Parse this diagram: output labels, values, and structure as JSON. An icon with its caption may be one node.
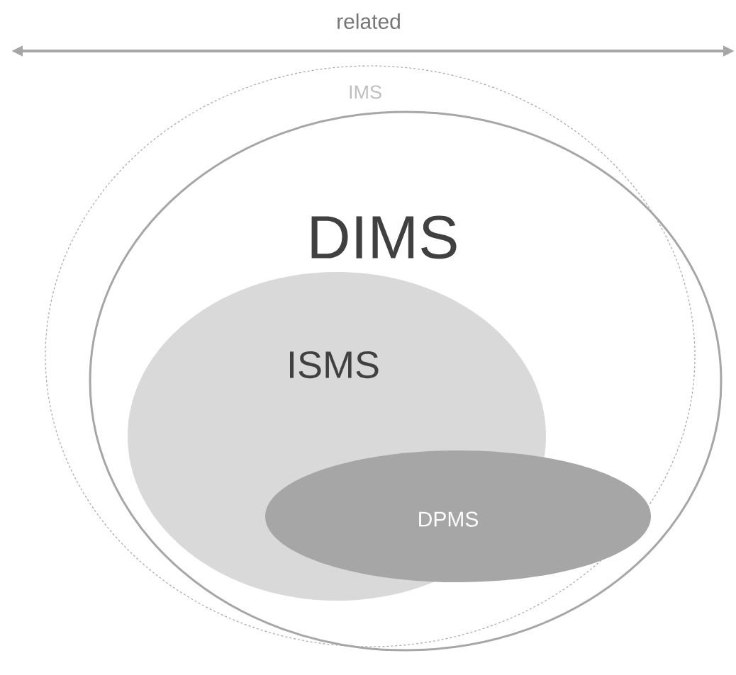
{
  "diagram": {
    "nodes": [
      {
        "text": [
          "IMS"
        ]
      },
      {
        "text": [
          "DIMS"
        ],
        "in": 0
      },
      {
        "text": [
          "ISMS"
        ],
        "in": 1
      },
      {
        "text": [
          "DPMS"
        ],
        "in": 1
      }
    ],
    "labels": [
      "related"
    ]
  }
}
